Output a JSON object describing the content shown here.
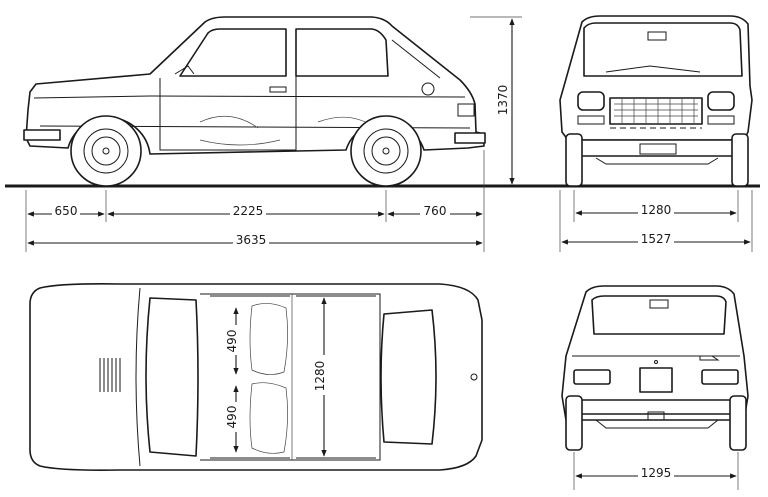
{
  "dimensions": {
    "front_overhang": "650",
    "wheelbase": "2225",
    "rear_overhang": "760",
    "overall_length": "3635",
    "height": "1370",
    "front_track": "1280",
    "overall_width": "1527",
    "interior_width": "1280",
    "front_seat_depth": "490",
    "rear_seat_depth": "490",
    "rear_track": "1295"
  }
}
